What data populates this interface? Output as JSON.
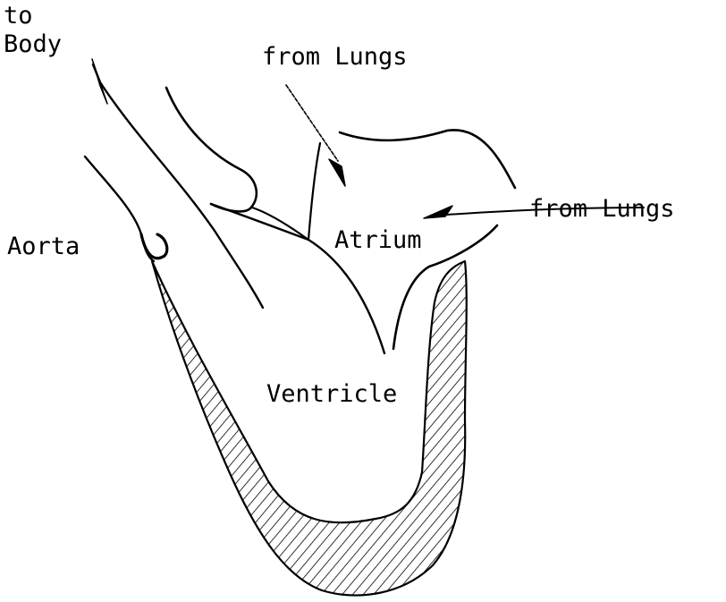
{
  "labels": {
    "to": "to",
    "body": "Body",
    "from_lungs_top": "from Lungs",
    "from_lungs_right": "from Lungs",
    "aorta": "Aorta",
    "atrium": "Atrium",
    "ventricle": "Ventricle"
  },
  "colors": {
    "ink": "#000000",
    "paper": "#ffffff"
  }
}
